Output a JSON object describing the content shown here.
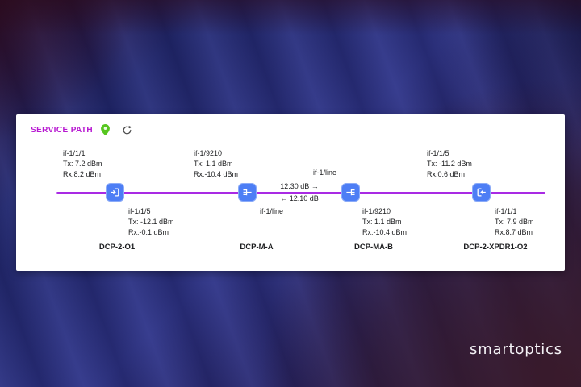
{
  "panel": {
    "title": "SERVICE PATH"
  },
  "diagram": {
    "nodes": [
      {
        "name": "DCP-2-O1",
        "top": {
          "if": "if-1/1/1",
          "tx": "Tx: 7.2 dBm",
          "rx": "Rx:8.2 dBm"
        },
        "bottom": {
          "if": "if-1/1/5",
          "tx": "Tx: -12.1 dBm",
          "rx": "Rx:-0.1 dBm"
        }
      },
      {
        "name": "DCP-M-A",
        "top": {
          "if": "if-1/9210",
          "tx": "Tx: 1.1 dBm",
          "rx": "Rx:-10.4 dBm"
        },
        "bottom": {
          "if": "if-1/line"
        }
      },
      {
        "name": "DCP-MA-B",
        "top": {
          "if": "if-1/line"
        },
        "bottom": {
          "if": "if-1/9210",
          "tx": "Tx: 1.1 dBm",
          "rx": "Rx:-10.4 dBm"
        }
      },
      {
        "name": "DCP-2-XPDR1-O2",
        "top": {
          "if": "if-1/1/5",
          "tx": "Tx: -11.2 dBm",
          "rx": "Rx:0.6 dBm"
        },
        "bottom": {
          "if": "if-1/1/1",
          "tx": "Tx: 7.9 dBm",
          "rx": "Rx:8.7 dBm"
        }
      }
    ],
    "span": {
      "loss_forward": "12.30 dB →",
      "loss_reverse": "← 12.10 dB"
    }
  },
  "brand": {
    "logo": "smartoptics"
  },
  "colors": {
    "title_magenta": "#b717d1",
    "path_purple": "#a92ae4",
    "node_blue": "#4d7ef5",
    "pin_green": "#56c61f",
    "background_navy": "#2b3080"
  }
}
